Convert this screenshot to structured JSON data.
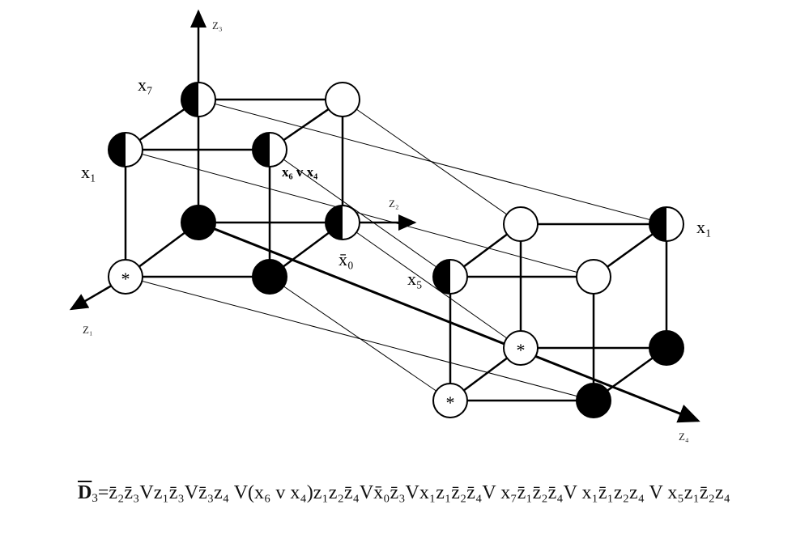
{
  "axes": {
    "z1": "Z₁",
    "z2": "Z₂",
    "z3": "Z₃",
    "z4": "Z₄"
  },
  "labels": {
    "x7": "x₇",
    "x1_left": "x₁",
    "x6vx4": "x₆ v x₄",
    "x0bar": "x̄₀",
    "x5": "x₅",
    "x1_right": "x₁"
  },
  "node_marks": {
    "star": "*"
  },
  "formula": {
    "lhs": "D",
    "lhs_sub": "3",
    "text": "=z̄₂z̄₃Vz₁z̄₃Vz̄₃z₄ V(x₆ v x₄)z₁z₂z̄₄Vx̄₀z̄₃Vx₁z₁z̄₂z̄₄V x₇z̄₁z̄₂z̄₄V x₁z̄₁z₂z₄ V x₅z₁z̄₂z₄"
  }
}
